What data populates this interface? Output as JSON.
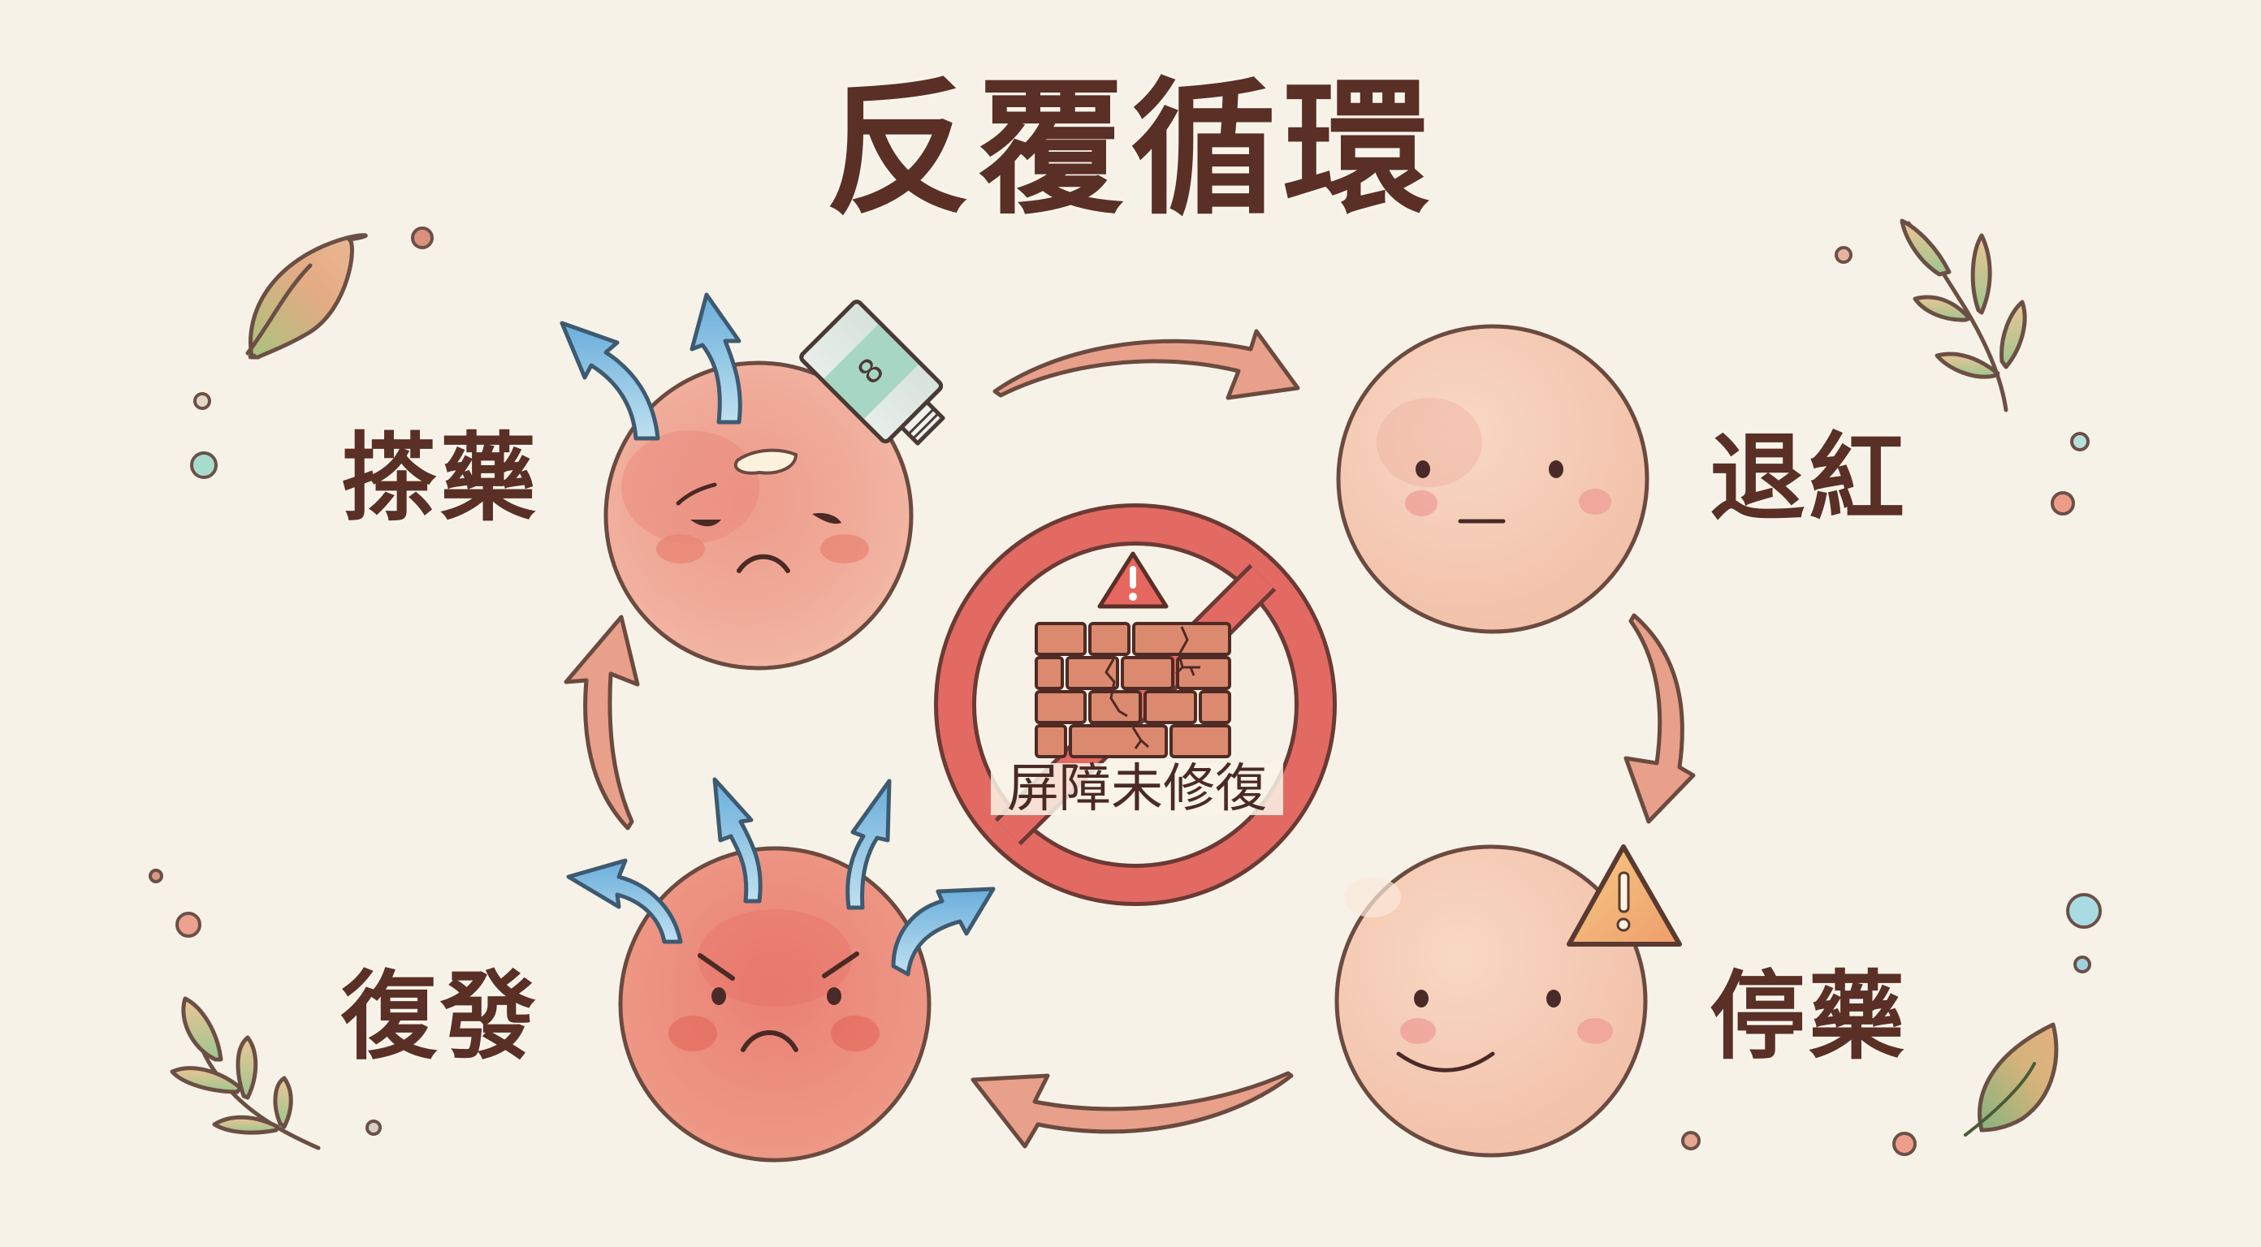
{
  "title": "反覆循環",
  "stages": [
    {
      "id": "apply",
      "label": "搽藥",
      "face": "sad",
      "icon": "ointment-tube-icon",
      "note": "heat-arrows"
    },
    {
      "id": "fade",
      "label": "退紅",
      "face": "neutral"
    },
    {
      "id": "stop",
      "label": "停藥",
      "face": "smile",
      "icon": "warning-icon"
    },
    {
      "id": "relapse",
      "label": "復發",
      "face": "angry",
      "note": "heat-arrows"
    }
  ],
  "center": {
    "label": "屏障未修復",
    "icon": "broken-brick-wall-icon",
    "badge": "warning-icon",
    "sign": "prohibition-sign"
  },
  "cycle_order": [
    "搽藥",
    "退紅",
    "停藥",
    "復發"
  ],
  "colors": {
    "background": "#f7f2e7",
    "text": "#5a2f26",
    "arrow": "#e79a82",
    "outline": "#6b4a40",
    "prohibit": "#e0625c",
    "heat_arrow": "#79b6de",
    "face_red": "#eb9a8c",
    "face_calm": "#f4c8b0"
  }
}
